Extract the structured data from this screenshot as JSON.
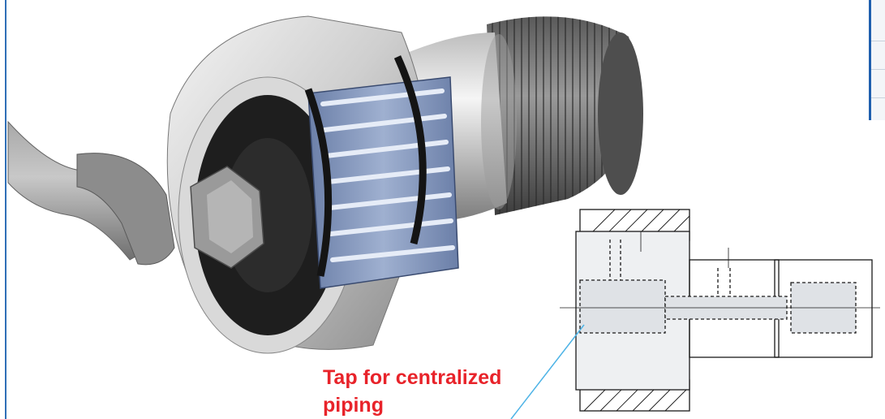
{
  "callout": {
    "line1": "Tap for centralized",
    "line2": "piping"
  },
  "colors": {
    "callout_text": "#e8232a",
    "leader_line": "#4db3e6",
    "border": "#2f6fb7",
    "cage_blue": "#7a8fb8",
    "section_fill": "#e3e5e8"
  },
  "icons": [
    "cam-follower-bearing-illustration",
    "cross-section-drawing"
  ]
}
